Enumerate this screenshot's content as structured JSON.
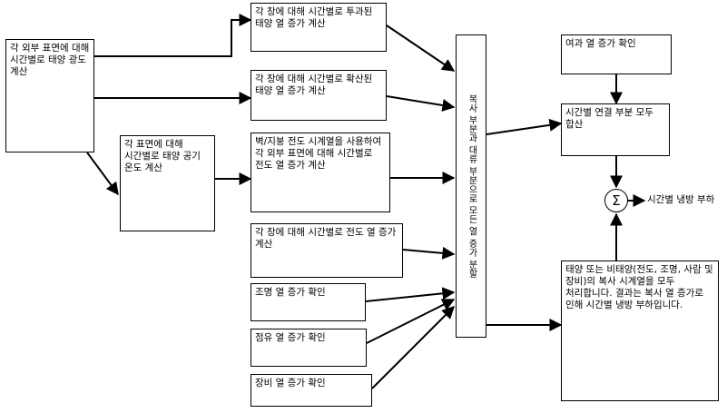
{
  "nodes": {
    "solar_irradiance": "각 외부 표면에 대해 시간별로 태양 광도 계산",
    "sol_air_temp": "각 표면에 대해 시간별로 태양 공기 온도 계산",
    "transmitted_solar": "각 창에 대해 시간별로 투과된 태양 열 증가 계산",
    "diffuse_solar": "각 창에 대해 시간별로 확산된 태양 열 증가 계산",
    "wall_roof_conduction": "벽/지붕 전도 시계열을 사용하여 각 외부 표면에 대해 시간별로 전도 열 증가 계산",
    "window_conduction": "각 창에 대해 시간별로 전도 열 증가 계산",
    "lighting_gain": "조명 열 증가 확인",
    "occupancy_gain": "점유 열 증가 확인",
    "equipment_gain": "장비 열 증가 확인",
    "split_gains": "복사 부분과 대류 부분으로 모든 열 증가 분할",
    "infiltration_gain": "여과 열 증가 확인",
    "sum_convective": "시간별 연결 부분 모두 합산",
    "radiant_series": "태양 또는 비태양(전도, 조명, 사람 및 장비)의 복사 시계열을 모두 처리합니다. 결과는 복사 열 증가로 인해 시간별 냉방 부하입니다.",
    "summation_symbol": "Σ",
    "cooling_load": "시간별 냉방 부하"
  }
}
